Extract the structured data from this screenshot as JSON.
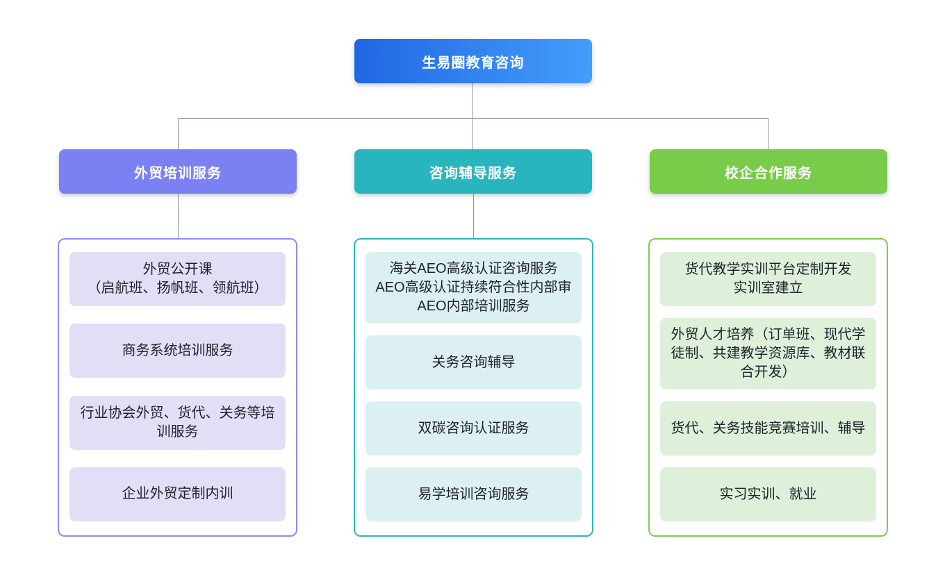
{
  "root": {
    "label": "生易圈教育咨询"
  },
  "branches": [
    {
      "label": "外贸培训服务",
      "items": [
        "外贸公开课\n（启航班、扬帆班、领航班）",
        "商务系统培训服务",
        "行业协会外贸、货代、关务等培训服务",
        "企业外贸定制内训"
      ]
    },
    {
      "label": "咨询辅导服务",
      "items": [
        "海关AEO高级认证咨询服务\nAEO高级认证持续符合性内部审\nAEO内部培训服务",
        "关务咨询辅导",
        "双碳咨询认证服务",
        "易学培训咨询服务"
      ]
    },
    {
      "label": "校企合作服务",
      "items": [
        "货代教学实训平台定制开发\n实训室建立",
        "外贸人才培养（订单班、现代学徒制、共建教学资源库、教材联合开发）",
        "货代、关务技能竞赛培训、辅导",
        "实习实训、就业"
      ]
    }
  ],
  "colors": {
    "root_gradient_start": "#1f67e3",
    "root_gradient_end": "#459dfb",
    "branch_purple": "#7b80f2",
    "branch_teal": "#29b5bd",
    "branch_green": "#79cc49",
    "panel_purple_border": "#8b8df4",
    "panel_teal_border": "#2ab5bd",
    "panel_green_border": "#7ccd50",
    "item_purple_bg": "#e1dff6",
    "item_teal_bg": "#dcf0f2",
    "item_green_bg": "#def0da",
    "item_text": "#1e222a",
    "connector": "#919aa5"
  }
}
